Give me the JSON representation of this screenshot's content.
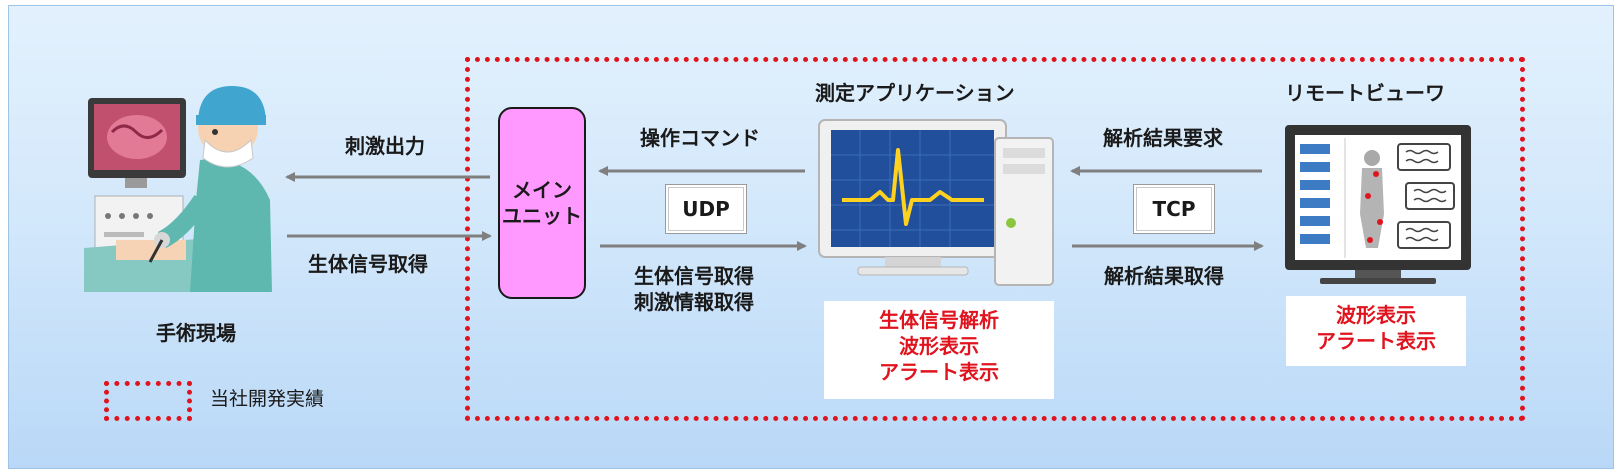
{
  "labels": {
    "surgery_site": "手術現場",
    "stim_output": "刺激出力",
    "bio_acquire_left": "生体信号取得",
    "main_unit_line1": "メイン",
    "main_unit_line2": "ユニット",
    "operation_command": "操作コマンド",
    "udp": "UDP",
    "bio_acquire_mid": "生体信号取得",
    "stim_info_acquire": "刺激情報取得",
    "measurement_app": "測定アプリケーション",
    "analysis_request": "解析結果要求",
    "tcp": "TCP",
    "analysis_acquire": "解析結果取得",
    "remote_viewer": "リモートビューワ",
    "legend": "当社開発実績"
  },
  "app_functions": [
    "生体信号解析",
    "波形表示",
    "アラート表示"
  ],
  "viewer_functions": [
    "波形表示",
    "アラート表示"
  ],
  "colors": {
    "accent_red": "#e0141e",
    "main_unit_fill": "#ff99ff",
    "arrow_gray": "#7f7f7f",
    "background_top": "#e3f1fd",
    "background_bottom": "#b9d8f7"
  },
  "icons": [
    "surgeon-illustration",
    "pc-monitor-illustration",
    "pc-tower-illustration",
    "remote-viewer-illustration"
  ]
}
